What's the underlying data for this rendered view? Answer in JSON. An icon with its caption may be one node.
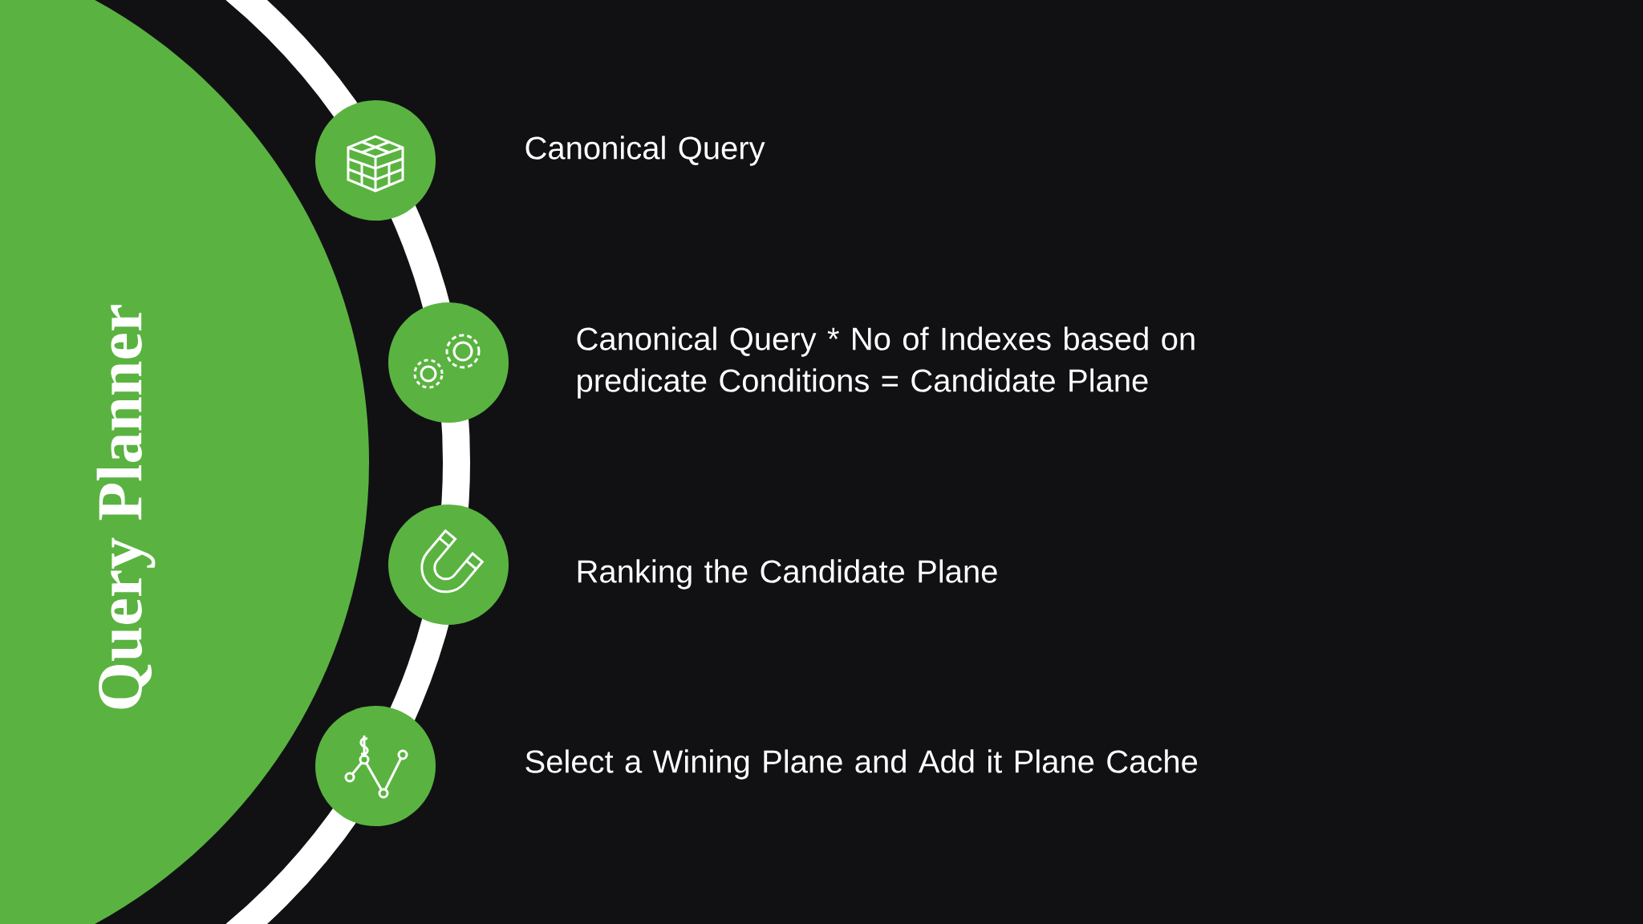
{
  "diagram": {
    "nodes": [
      {
        "text": [
          "Query Planner"
        ]
      },
      {
        "text": [],
        "shape": "circle",
        "beside": [
          "Canonical Query"
        ]
      },
      {
        "text": [],
        "shape": "circle",
        "beside": [
          "Canonical Query  *  No of Indexes based on predicate Conditions = Candidate Plane"
        ]
      },
      {
        "text": [],
        "shape": "circle",
        "beside": [
          "Ranking the Candidate Plane"
        ]
      },
      {
        "text": [],
        "shape": "circle",
        "beside": [
          "Select a Wining Plane and Add it Plane Cache"
        ]
      }
    ]
  }
}
